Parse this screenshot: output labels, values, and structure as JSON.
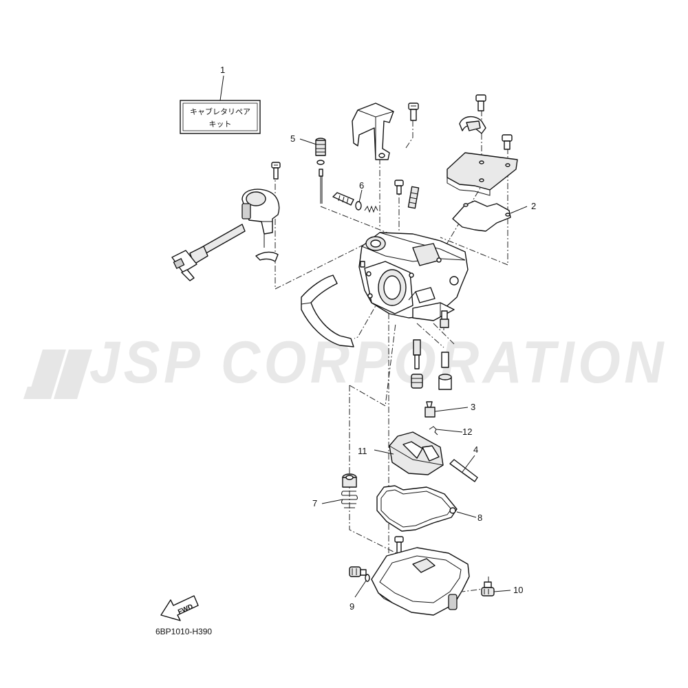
{
  "watermark": {
    "text": "JSP CORPORATION"
  },
  "kit_box": {
    "line1": "キャブレタリペア",
    "line2": "キット"
  },
  "callouts": [
    {
      "id": "1",
      "label": "1"
    },
    {
      "id": "2",
      "label": "2"
    },
    {
      "id": "3",
      "label": "3"
    },
    {
      "id": "4",
      "label": "4"
    },
    {
      "id": "5",
      "label": "5"
    },
    {
      "id": "6",
      "label": "6"
    },
    {
      "id": "7",
      "label": "7"
    },
    {
      "id": "8",
      "label": "8"
    },
    {
      "id": "9",
      "label": "9"
    },
    {
      "id": "10",
      "label": "10"
    },
    {
      "id": "11",
      "label": "11"
    },
    {
      "id": "12",
      "label": "12"
    }
  ],
  "fwd_label": "FWD",
  "drawing_code": "6BP1010-H390"
}
